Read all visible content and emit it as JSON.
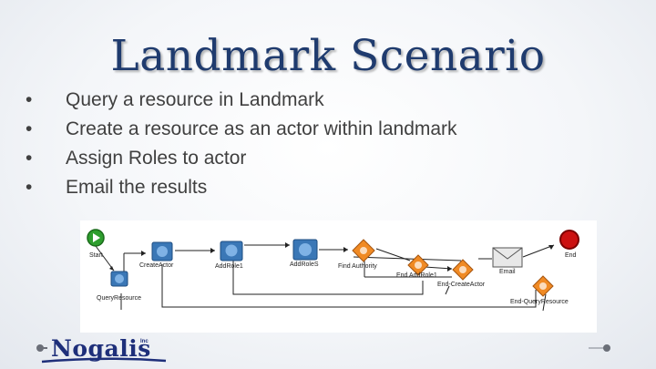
{
  "slide": {
    "title": "Landmark Scenario",
    "bullets": [
      "Query a resource in Landmark",
      "Create a resource as an actor within landmark",
      "Assign Roles to actor",
      "Email the results"
    ],
    "bullet_symbol": "•"
  },
  "diagram": {
    "nodes": [
      {
        "label": "Start",
        "icon": "start-icon"
      },
      {
        "label": "QueryResource",
        "icon": "service-task-icon"
      },
      {
        "label": "CreateActor",
        "icon": "service-task-icon"
      },
      {
        "label": "AddRole1",
        "icon": "service-task-icon"
      },
      {
        "label": "AddRoleS",
        "icon": "service-task-icon"
      },
      {
        "label": "Find Authority",
        "icon": "gateway-icon"
      },
      {
        "label": "End AddRole1",
        "icon": "gateway-icon"
      },
      {
        "label": "End-CreateActor",
        "icon": "gateway-icon"
      },
      {
        "label": "Email",
        "icon": "email-icon"
      },
      {
        "label": "End",
        "icon": "end-icon"
      },
      {
        "label": "End-QueryResource",
        "icon": "gateway-icon"
      }
    ]
  },
  "footer": {
    "logo_text": "Nogalis",
    "trademark": "Inc"
  },
  "colors": {
    "title": "#1f3b6e",
    "bullet_text": "#404040",
    "start": "#2e9e2e",
    "end": "#cc1111",
    "gateway": "#f08a24",
    "task": "#3a77b6",
    "logo": "#1e2f7a"
  }
}
